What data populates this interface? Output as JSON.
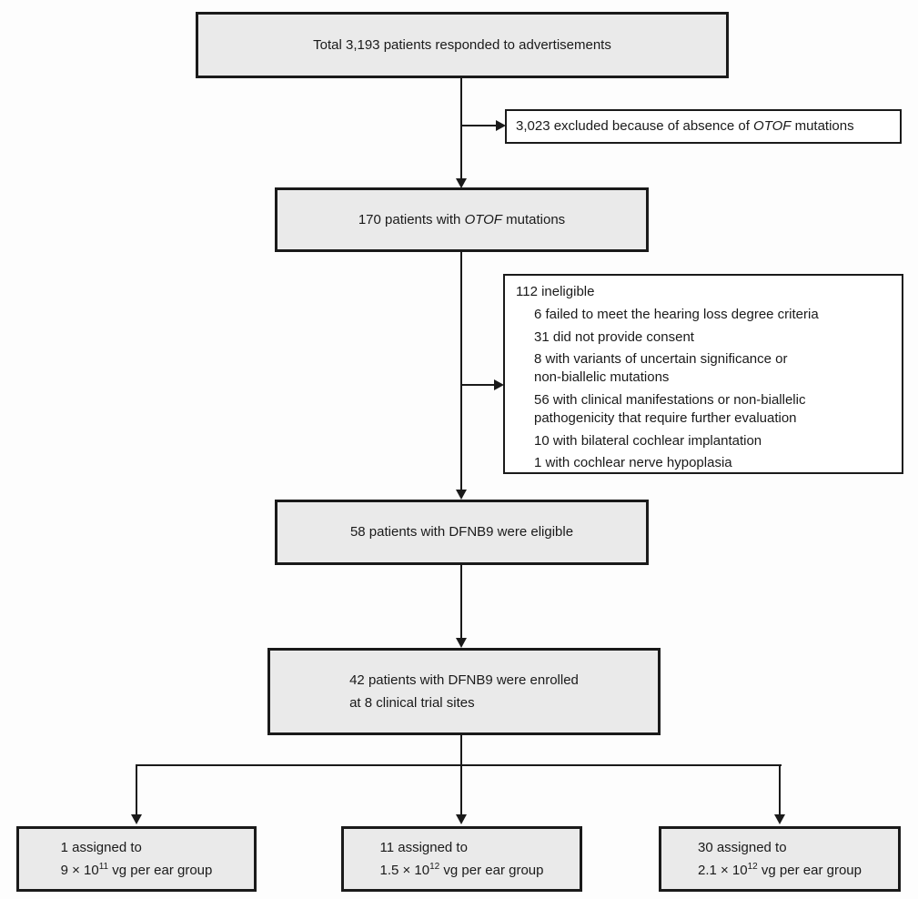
{
  "diagram": {
    "type": "consort-flowchart",
    "colors": {
      "box_fill": "#eaeaea",
      "side_box_fill": "#ffffff",
      "line": "#1a1a1a",
      "background": "#fdfdfd"
    },
    "boxes": {
      "total": {
        "text": "Total 3,193 patients responded to advertisements"
      },
      "excluded": {
        "pre": "3,023 excluded because of absence of ",
        "gene": "OTOF",
        "post": " mutations"
      },
      "otof": {
        "pre": "170 patients with ",
        "gene": "OTOF",
        "post": " mutations"
      },
      "ineligible": {
        "header": "112 ineligible",
        "items": [
          "6 failed to meet the hearing loss degree criteria",
          "31 did not provide consent",
          "8 with variants of uncertain significance or\nnon-biallelic mutations",
          "56 with clinical manifestations or non-biallelic\npathogenicity that require further evaluation",
          "10 with bilateral cochlear implantation",
          "1 with cochlear nerve hypoplasia"
        ]
      },
      "eligible": {
        "text": "58 patients with DFNB9 were eligible"
      },
      "enrolled": {
        "line1": "42 patients with DFNB9 were enrolled",
        "line2": "at 8 clinical trial sites"
      },
      "doses": [
        {
          "line1": "1 assigned to",
          "base": "9 × 10",
          "exp": "11",
          "rest": " vg per ear group"
        },
        {
          "line1": "11 assigned to",
          "base": "1.5 × 10",
          "exp": "12",
          "rest": " vg per ear group"
        },
        {
          "line1": "30 assigned to",
          "base": "2.1 × 10",
          "exp": "12",
          "rest": " vg per ear group"
        }
      ]
    }
  }
}
